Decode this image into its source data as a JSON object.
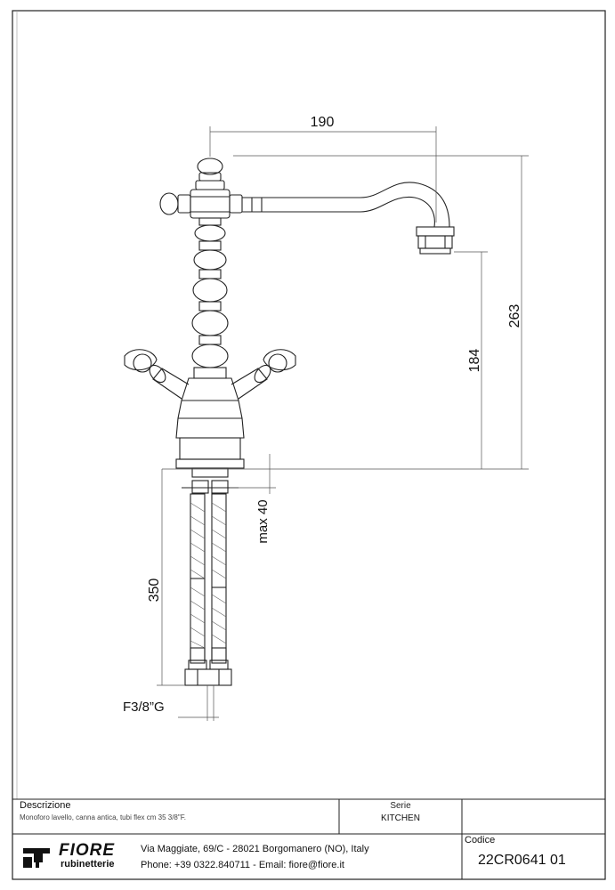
{
  "drawing": {
    "dimensions": {
      "spout_reach": "190",
      "total_height": "263",
      "spout_height": "184",
      "max_thickness": "max 40",
      "hose_length": "350",
      "connection": "F3/8”G"
    }
  },
  "title_block": {
    "description_label": "Descrizione",
    "description_text": "Monoforo lavello, canna antica, tubi flex cm 35 3/8\"F.",
    "series_label": "Serie",
    "series_value": "KITCHEN",
    "code_label": "Codice",
    "code_value": "22CR0641 01",
    "logo_name": "FIORE",
    "logo_sub": "rubinetterie",
    "address": "Via Maggiate, 69/C - 28021 Borgomanero (NO), Italy",
    "contact": "Phone: +39 0322.840711 - Email: fiore@fiore.it"
  },
  "colors": {
    "line": "#222222",
    "dim_line": "#555555"
  }
}
